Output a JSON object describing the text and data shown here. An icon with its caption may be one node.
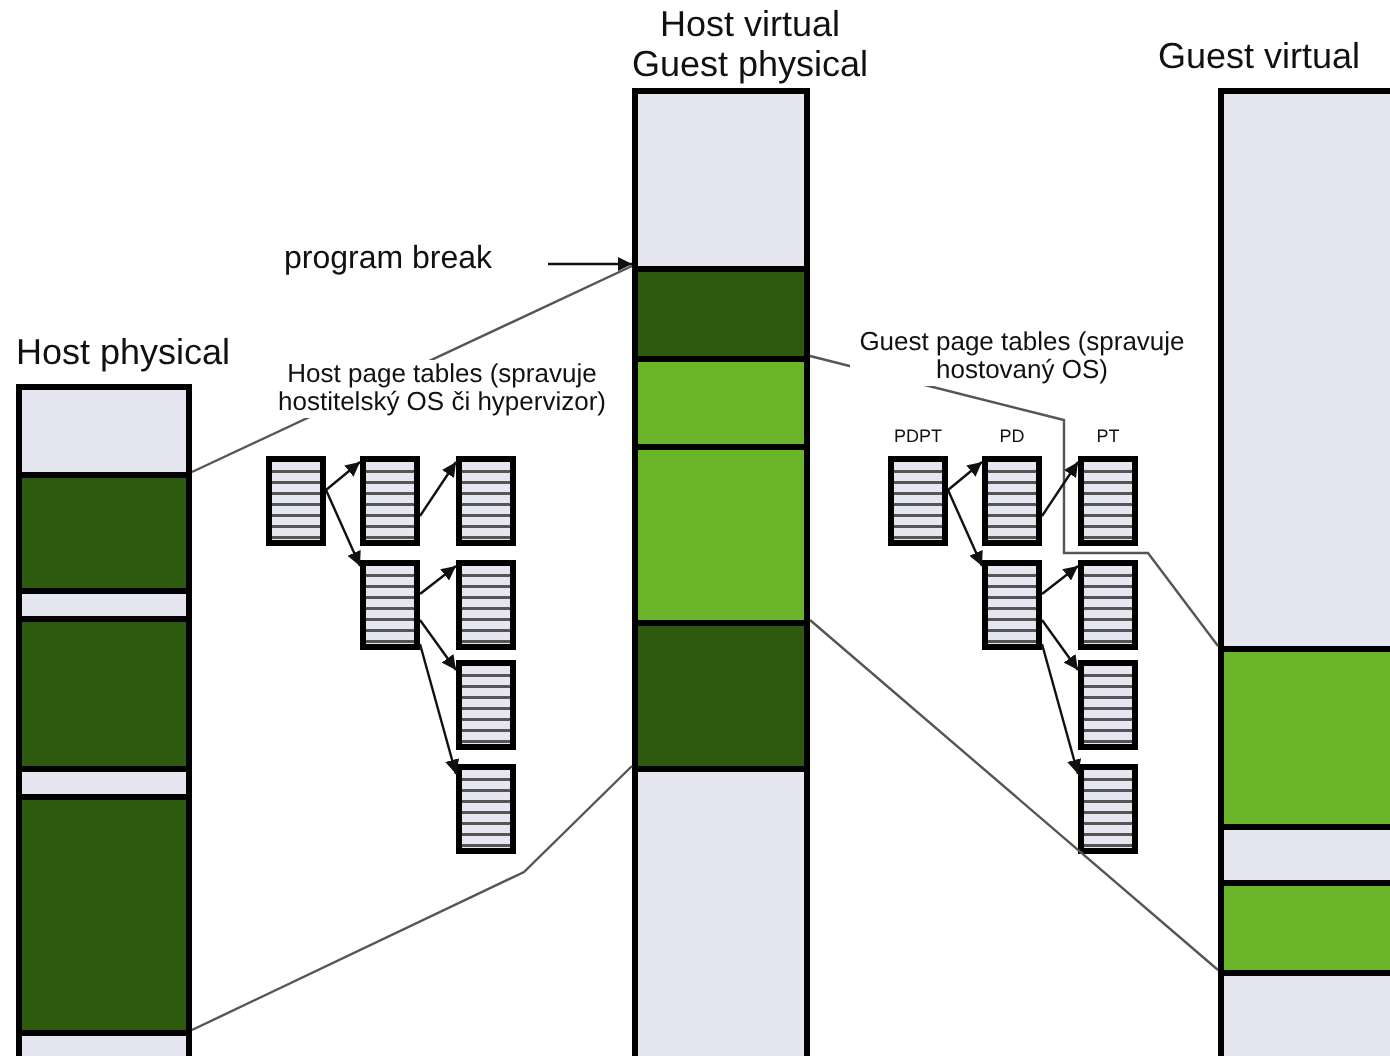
{
  "diagram": {
    "nodes": [
      {
        "text": [
          "Host physical"
        ]
      },
      {
        "text": [
          "Host virtual Guest physical"
        ]
      },
      {
        "text": [
          "Guest virtual"
        ]
      },
      {
        "text": [
          "program break"
        ]
      },
      {
        "text": [],
        "shape": "box"
      },
      {
        "text": [],
        "shape": "box"
      },
      {
        "text": [],
        "shape": "box"
      },
      {
        "text": [],
        "shape": "box"
      },
      {
        "text": [],
        "shape": "box"
      },
      {
        "text": [],
        "shape": "box"
      },
      {
        "text": [],
        "shape": "box"
      },
      {
        "text": [],
        "shape": "box",
        "beside": [
          "PDPT"
        ]
      },
      {
        "text": [],
        "shape": "box",
        "beside": [
          "PD"
        ]
      },
      {
        "text": [],
        "shape": "box"
      },
      {
        "text": [],
        "shape": "box",
        "beside": [
          "PT"
        ]
      },
      {
        "text": [],
        "shape": "box"
      },
      {
        "text": [],
        "shape": "box"
      },
      {
        "text": [],
        "shape": "box"
      }
    ],
    "edges": [
      {
        "from": 0,
        "to": 1,
        "arrow": "none"
      },
      {
        "from": 0,
        "to": 1,
        "arrow": "none"
      },
      {
        "from": 1,
        "to": 2,
        "arrow": "none"
      },
      {
        "from": 1,
        "to": 2,
        "arrow": "none"
      },
      {
        "from": 3,
        "to": 1,
        "arrow": "to"
      },
      {
        "from": 4,
        "to": 5,
        "arrow": "to"
      },
      {
        "from": 4,
        "to": 6,
        "arrow": "to"
      },
      {
        "from": 5,
        "to": 7,
        "arrow": "to"
      },
      {
        "from": 6,
        "to": 8,
        "arrow": "to"
      },
      {
        "from": 6,
        "to": 9,
        "arrow": "to"
      },
      {
        "from": 6,
        "to": 10,
        "arrow": "to"
      },
      {
        "from": 11,
        "to": 12,
        "arrow": "to"
      },
      {
        "from": 11,
        "to": 13,
        "arrow": "to"
      },
      {
        "from": 12,
        "to": 14,
        "arrow": "to"
      },
      {
        "from": 13,
        "to": 15,
        "arrow": "to"
      },
      {
        "from": 13,
        "to": 16,
        "arrow": "to"
      },
      {
        "from": 13,
        "to": 17,
        "arrow": "to"
      }
    ],
    "labels": [
      "Host page tables (spravuje hostitelský OS či hypervizor)",
      "Guest page tables (spravuje hostovaný OS)"
    ]
  }
}
